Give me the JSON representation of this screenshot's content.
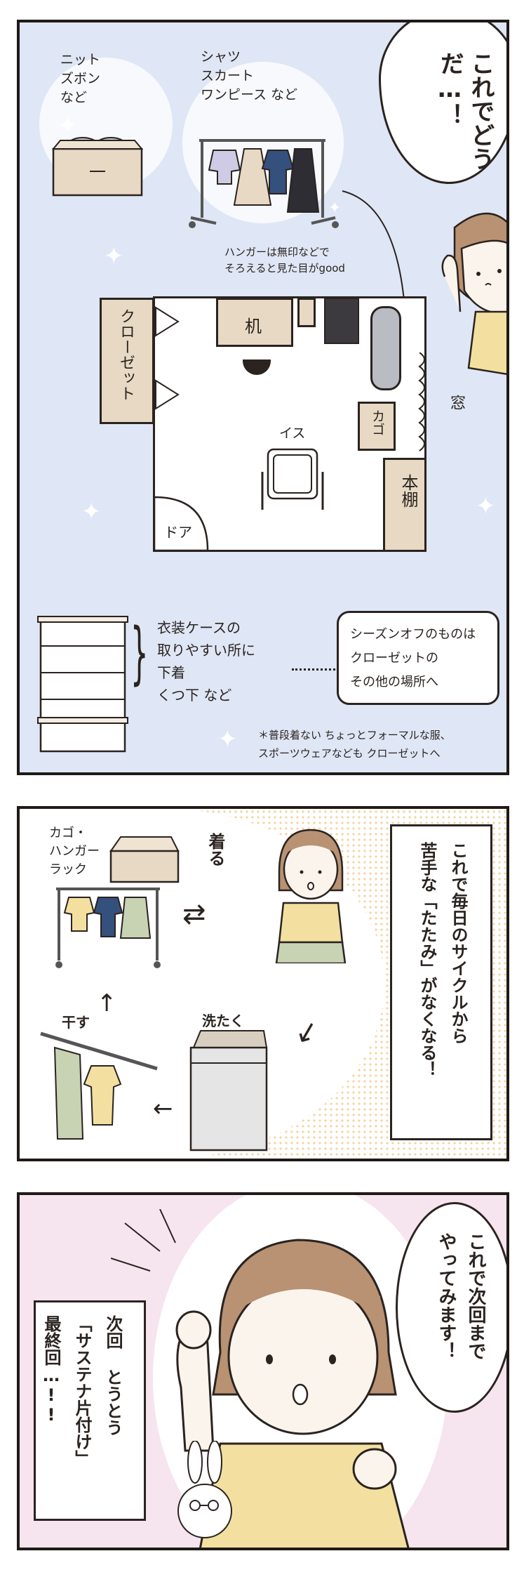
{
  "panel1": {
    "bubble_text": "これでどうだ…！",
    "box_label": "ニット\nズボン\nなど",
    "rack_label": "シャツ\nスカート\nワンピース など",
    "hanger_note": "ハンガーは無印などで\nそろえると見た目がgood",
    "closet_label": "クローゼット",
    "desk_label": "机",
    "chair_label": "イス",
    "basket_label": "カゴ",
    "window_label": "窓",
    "shelf_label": "本棚",
    "door_label": "ドア",
    "case_note": "衣装ケースの\n取りやすい所に\n下着\nくつ下 など",
    "offseason_text": "シーズンオフのものは\nクローゼットの\nその他の場所へ",
    "footnote": "＊普段着ない ちょっとフォーマルな服、\nスポーツウェアなども クローゼットへ"
  },
  "panel2": {
    "rack_label": "カゴ・\nハンガー\nラック",
    "wear_label": "着る",
    "dry_label": "干す",
    "wash_label": "洗たく",
    "caption": "これで毎日のサイクルから\n苦手な「たたみ」がなくなる！"
  },
  "panel3": {
    "bubble_text": "これで次回まで\nやってみます！",
    "caption": "次回 とうとう\n「サステナ片付け」\n最終回…!!"
  },
  "colors": {
    "panel1_bg": "#dfe6f5",
    "panel3_bg": "#f6e4ee",
    "furniture": "#e8d9c4",
    "shirt_yellow": "#f3e0a0",
    "skirt_green": "#c8d3b4",
    "hair": "#b89272"
  }
}
